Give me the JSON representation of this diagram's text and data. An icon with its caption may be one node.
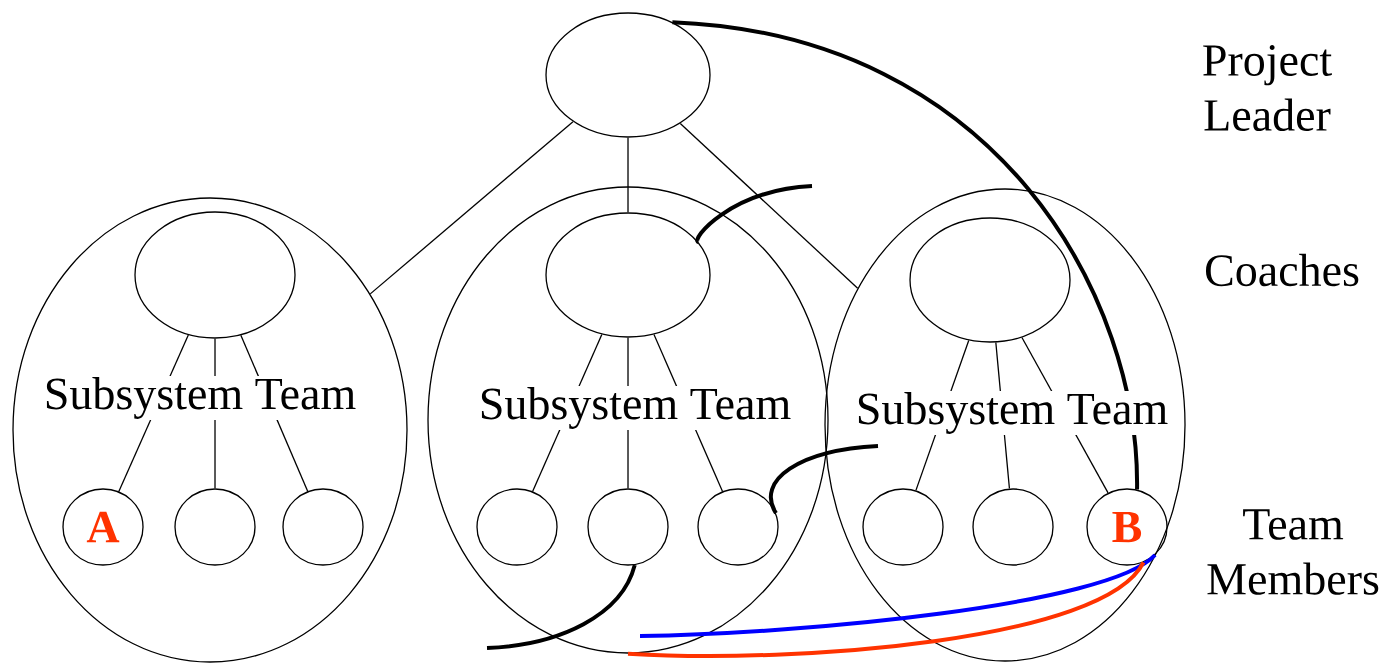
{
  "diagram": {
    "nodes": [
      {
        "text": [],
        "shape": "circle"
      },
      {
        "text": [
          "Subsystem Team"
        ]
      },
      {
        "text": [],
        "shape": "circle",
        "in": 1
      },
      {
        "text": [
          "A"
        ],
        "in": 1
      },
      {
        "text": [],
        "shape": "circle",
        "in": 1
      },
      {
        "text": [],
        "shape": "circle",
        "in": 1
      },
      {
        "text": [
          "Subsystem Team"
        ]
      },
      {
        "text": [],
        "shape": "circle",
        "in": 6
      },
      {
        "text": [],
        "shape": "circle",
        "in": 6
      },
      {
        "text": [],
        "shape": "circle",
        "in": 6
      },
      {
        "text": [],
        "shape": "circle",
        "in": 6
      },
      {
        "text": [
          "Subsystem Team"
        ]
      },
      {
        "text": [],
        "shape": "circle",
        "in": 11
      },
      {
        "text": [],
        "shape": "circle",
        "in": 11
      },
      {
        "text": [],
        "shape": "circle",
        "in": 11
      },
      {
        "text": [
          "B"
        ],
        "in": 11
      }
    ],
    "edges": [
      {
        "from": 0,
        "to": 1,
        "arrow": "none"
      },
      {
        "from": 0,
        "to": 7,
        "arrow": "none"
      },
      {
        "from": 0,
        "to": 11,
        "arrow": "none"
      },
      {
        "from": 2,
        "to": 3,
        "arrow": "none"
      },
      {
        "from": 2,
        "to": 4,
        "arrow": "none"
      },
      {
        "from": 2,
        "to": 5,
        "arrow": "none"
      },
      {
        "from": 7,
        "to": 8,
        "arrow": "none"
      },
      {
        "from": 7,
        "to": 9,
        "arrow": "none"
      },
      {
        "from": 7,
        "to": 10,
        "arrow": "none"
      },
      {
        "from": 12,
        "to": 13,
        "arrow": "none"
      },
      {
        "from": 12,
        "to": 14,
        "arrow": "none"
      },
      {
        "from": 12,
        "to": 15,
        "arrow": "none"
      },
      {
        "from": 0,
        "to": 15,
        "arrow": "none",
        "style": "thick"
      },
      {
        "from": null,
        "to": 7,
        "arrow": "none",
        "style": "thick"
      },
      {
        "from": null,
        "to": 10,
        "arrow": "none",
        "style": "thick"
      },
      {
        "from": 9,
        "to": null,
        "arrow": "none",
        "style": "thick"
      },
      {
        "from": 15,
        "to": 6,
        "arrow": "none",
        "style": "thick",
        "color": "#0000ff"
      },
      {
        "from": 15,
        "to": 6,
        "arrow": "none",
        "style": "thick",
        "color": "#ff3300"
      }
    ],
    "labels": [
      "Project Leader",
      "Coaches",
      "Team Members"
    ]
  }
}
